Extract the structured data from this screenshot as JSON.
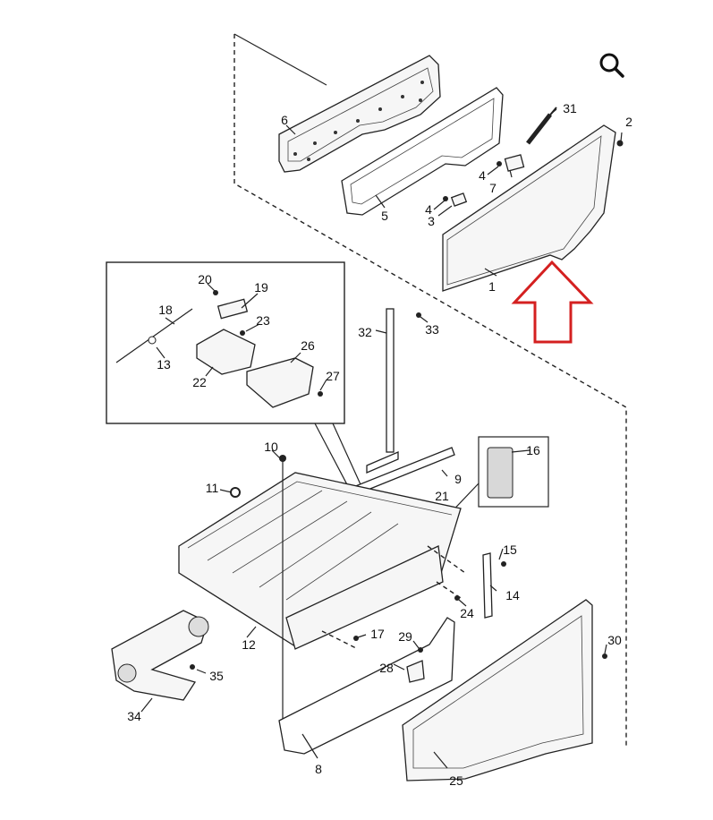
{
  "zoom": {
    "icon": "magnifier-icon"
  },
  "accent": {
    "arrow_color": "#d42020"
  },
  "callouts": {
    "c1": "1",
    "c2": "2",
    "c3": "3",
    "c4a": "4",
    "c4b": "4",
    "c5": "5",
    "c6": "6",
    "c7": "7",
    "c8": "8",
    "c9": "9",
    "c10": "10",
    "c11": "11",
    "c12": "12",
    "c13": "13",
    "c14": "14",
    "c15": "15",
    "c16": "16",
    "c17": "17",
    "c18": "18",
    "c19": "19",
    "c20": "20",
    "c21": "21",
    "c22": "22",
    "c23": "23",
    "c24": "24",
    "c25": "25",
    "c26": "26",
    "c27": "27",
    "c28": "28",
    "c29": "29",
    "c30": "30",
    "c31": "31",
    "c32": "32",
    "c33": "33",
    "c34": "34",
    "c35": "35"
  }
}
